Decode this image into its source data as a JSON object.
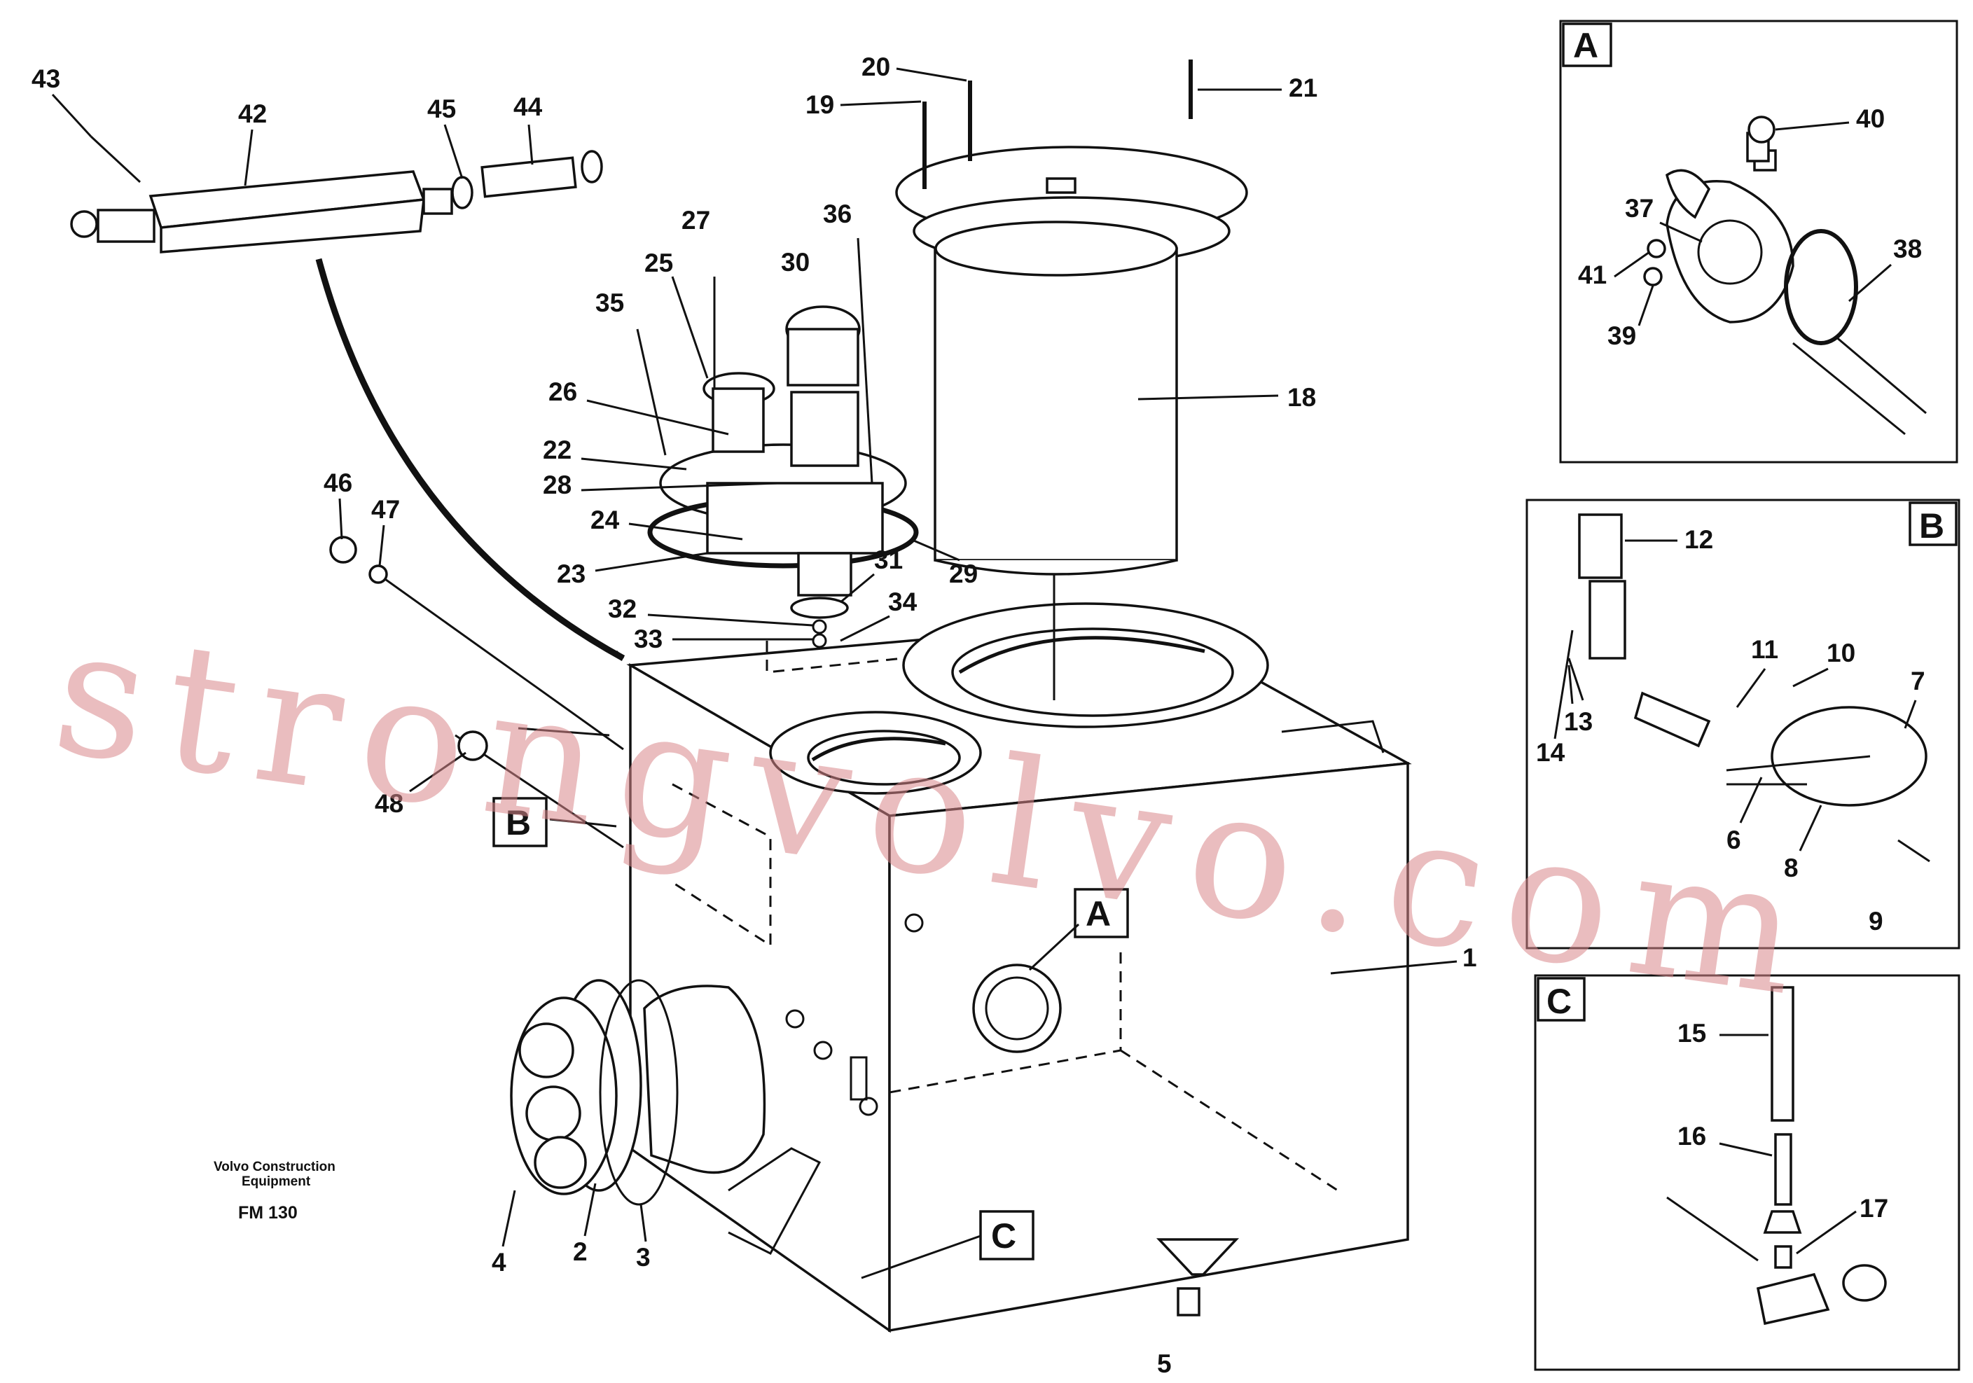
{
  "caption": {
    "manufacturer": "Volvo Construction Equipment",
    "line1": "Volvo Construction",
    "line2": "Equipment",
    "model_code": "FM 130"
  },
  "watermark": "strongvolvo.com",
  "detail_views": [
    {
      "id": "A",
      "label": "A"
    },
    {
      "id": "B",
      "label": "B"
    },
    {
      "id": "C",
      "label": "C"
    }
  ],
  "callouts": {
    "p1": "1",
    "p2": "2",
    "p3": "3",
    "p4": "4",
    "p5": "5",
    "p6": "6",
    "p7": "7",
    "p8": "8",
    "p9": "9",
    "p10": "10",
    "p11": "11",
    "p12": "12",
    "p13": "13",
    "p14": "14",
    "p15": "15",
    "p16": "16",
    "p17": "17",
    "p18": "18",
    "p19": "19",
    "p20": "20",
    "p21": "21",
    "p22": "22",
    "p23": "23",
    "p24": "24",
    "p25": "25",
    "p26": "26",
    "p27": "27",
    "p28": "28",
    "p29": "29",
    "p30": "30",
    "p31": "31",
    "p32": "32",
    "p33": "33",
    "p34": "34",
    "p35": "35",
    "p36": "36",
    "p37": "37",
    "p38": "38",
    "p39": "39",
    "p40": "40",
    "p41": "41",
    "p42": "42",
    "p43": "43",
    "p44": "44",
    "p45": "45",
    "p46": "46",
    "p47": "47",
    "p48": "48"
  },
  "colors": {
    "line": "#111111",
    "watermark": "#d9878b",
    "background": "#ffffff"
  }
}
